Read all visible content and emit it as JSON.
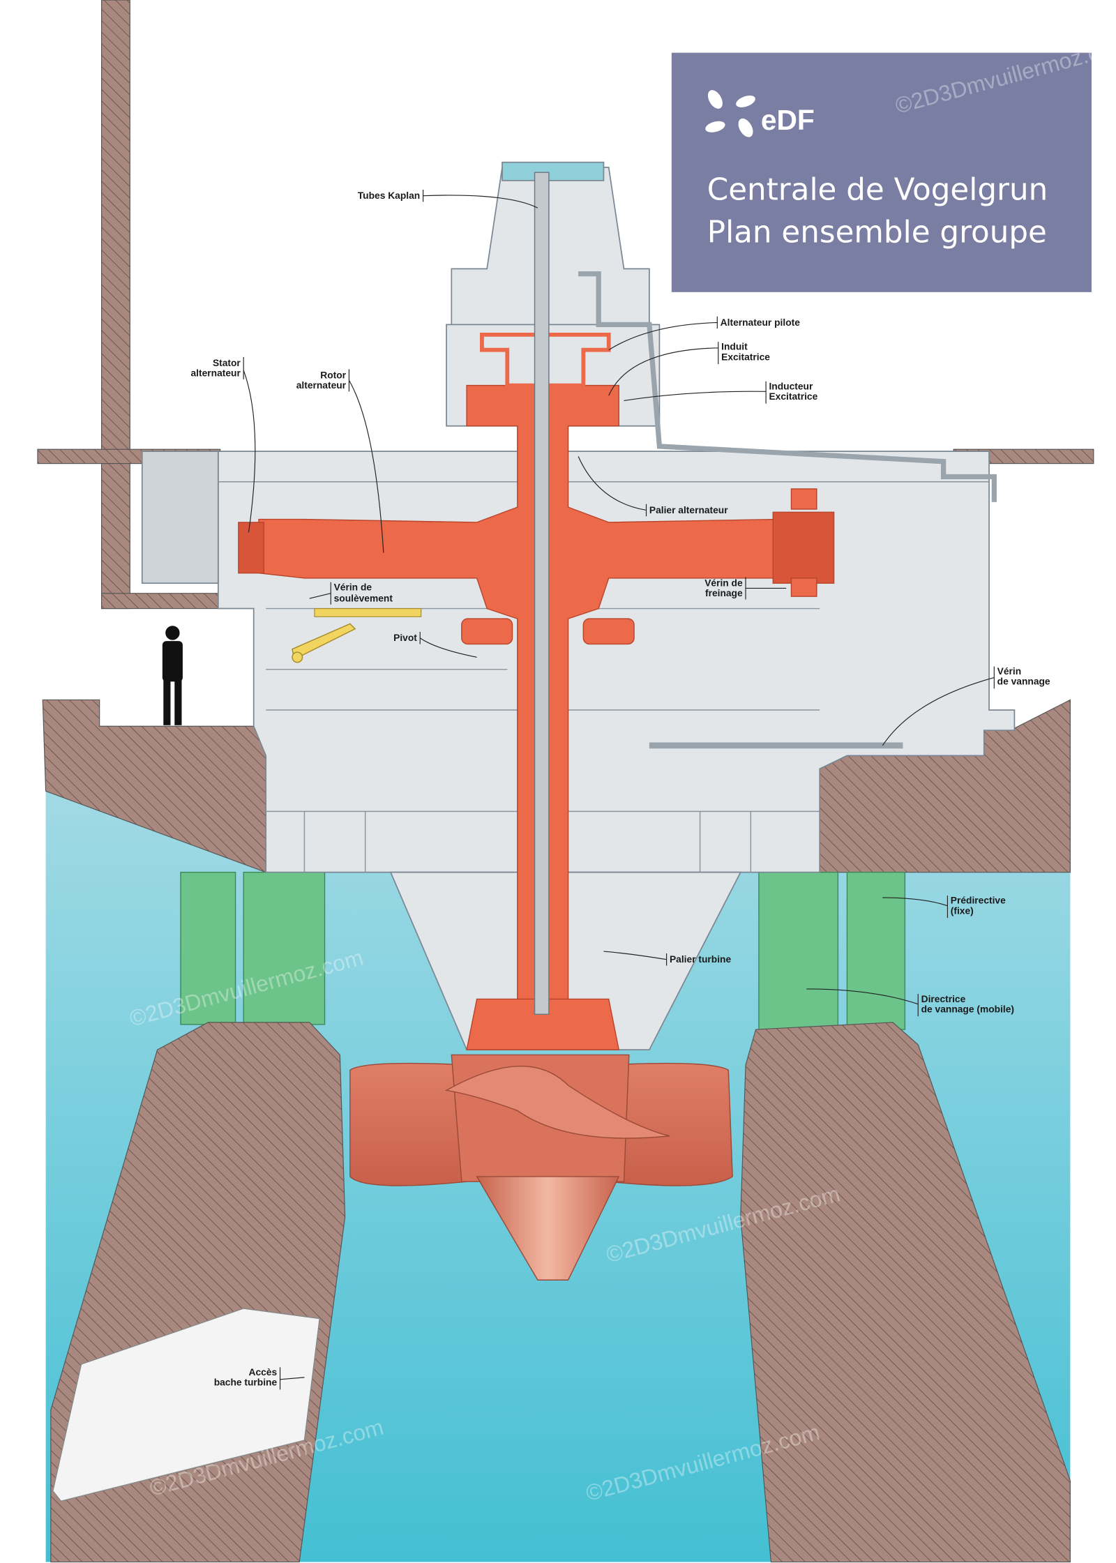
{
  "title_block": {
    "logo_text": "eDF",
    "title_line1": "Centrale de Vogelgrun",
    "title_line2": "Plan ensemble groupe",
    "background_color": "#7a7ea3"
  },
  "watermark": "©2D3Dmvuillermoz.com",
  "labels": {
    "tubes_kaplan": "Tubes Kaplan",
    "alternateur_pilote": "Alternateur pilote",
    "induit_1": "Induit",
    "induit_2": "Excitatrice",
    "inducteur_1": "Inducteur",
    "inducteur_2": "Excitatrice",
    "stator_1": "Stator",
    "stator_2": "alternateur",
    "rotor_1": "Rotor",
    "rotor_2": "alternateur",
    "palier_alternateur": "Palier alternateur",
    "verin_soulevement_1": "Vérin de",
    "verin_soulevement_2": "soulèvement",
    "verin_freinage_1": "Vérin de",
    "verin_freinage_2": "freinage",
    "pivot": "Pivot",
    "verin_vannage_1": "Vérin",
    "verin_vannage_2": "de vannage",
    "predirective_1": "Prédirective",
    "predirective_2": "(fixe)",
    "palier_turbine": "Palier turbine",
    "directrice_1": "Directrice",
    "directrice_2": "de vannage (mobile)",
    "acces_1": "Accès",
    "acces_2": "bache turbine"
  },
  "colors": {
    "water_top": "#95d6e2",
    "water_bottom": "#46c0d4",
    "concrete": "#a9897f",
    "rotor": "#ec6a4a",
    "turbine": "#d9735c",
    "housing": "#e3e6e9",
    "green": "#6cc48a"
  }
}
